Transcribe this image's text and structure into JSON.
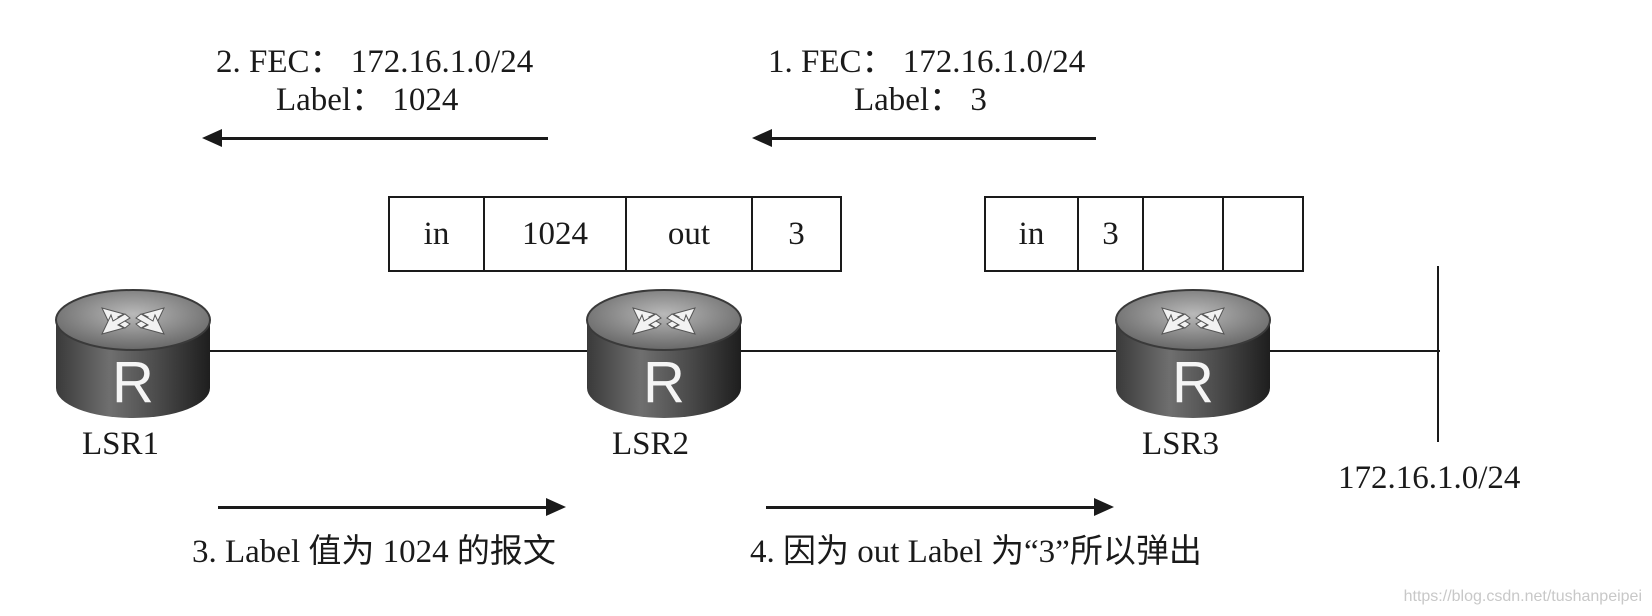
{
  "messages": {
    "fec2": {
      "line1": "2. FEC： 172.16.1.0/24",
      "line2": "Label： 1024"
    },
    "fec1": {
      "line1": "1. FEC： 172.16.1.0/24",
      "line2": "Label： 3"
    }
  },
  "tables": {
    "lsr2": [
      "in",
      "1024",
      "out",
      "3"
    ],
    "lsr3": [
      "in",
      "3",
      "",
      ""
    ]
  },
  "routers": [
    {
      "name": "LSR1",
      "icon": "R"
    },
    {
      "name": "LSR2",
      "icon": "R"
    },
    {
      "name": "LSR3",
      "icon": "R"
    }
  ],
  "network": "172.16.1.0/24",
  "steps": {
    "step3": "3. Label 值为 1024 的报文",
    "step4": "4. 因为 out Label 为“3”所以弹出"
  },
  "watermark": "https://blog.csdn.net/tushanpeipei",
  "colors": {
    "line": "#1a1a1a",
    "router_dark": "#2b2b2b",
    "router_light": "#8a8a8a"
  }
}
